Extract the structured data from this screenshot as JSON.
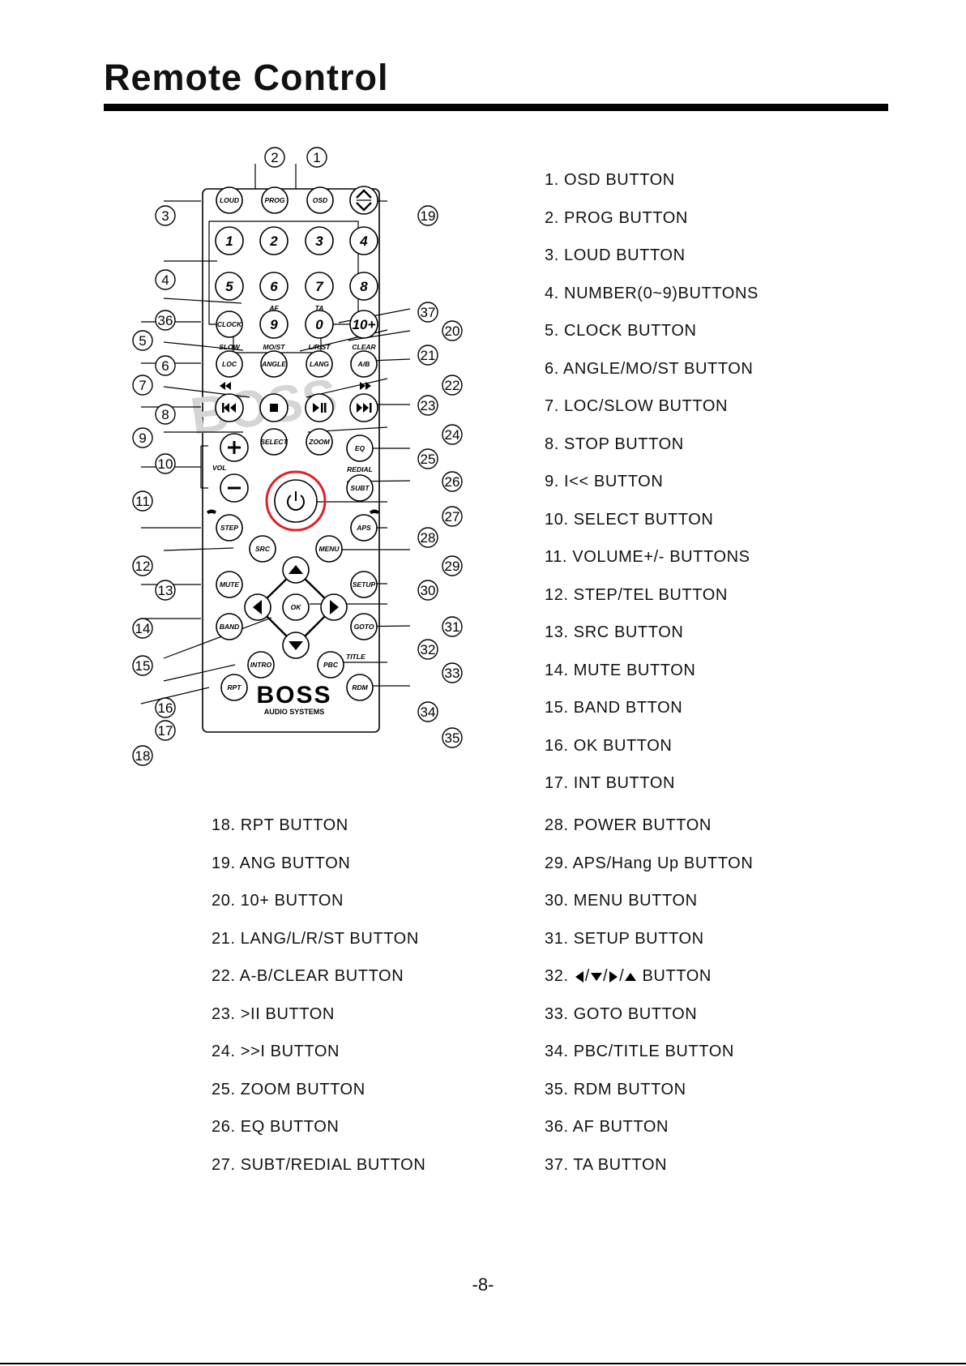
{
  "page": {
    "title": "Remote Control",
    "page_number": "-8-"
  },
  "remote": {
    "buttons": {
      "loud": "LOUD",
      "prog": "PROG",
      "osd": "OSD",
      "n1": "1",
      "n2": "2",
      "n3": "3",
      "n4": "4",
      "n5": "5",
      "n6": "6",
      "n7": "7",
      "n8": "8",
      "n9": "9",
      "n0": "0",
      "n10": "10+",
      "clock": "CLOCK",
      "loc": "LOC",
      "angle": "ANGLE",
      "lang": "LANG",
      "ab": "A/B",
      "select": "SELECT",
      "zoom": "ZOOM",
      "eq": "EQ",
      "subt": "SUBT",
      "step": "STEP",
      "src": "SRC",
      "menu": "MENU",
      "aps": "APS",
      "mute": "MUTE",
      "setup": "SETUP",
      "ok": "OK",
      "band": "BAND",
      "goto": "GOTO",
      "intro": "INTRO",
      "pbc": "PBC",
      "rpt": "RPT",
      "rdm": "RDM"
    },
    "small_labels": {
      "af": "AF",
      "ta": "TA",
      "slow": "SLOW",
      "most": "MO/ST",
      "lrst": "L/R/ST",
      "clear": "CLEAR",
      "vol": "VOL",
      "redial": "REDIAL",
      "title": "TITLE"
    },
    "brand": {
      "logo": "BOSS",
      "sub": "AUDIO SYSTEMS"
    },
    "callouts": [
      "1",
      "2",
      "3",
      "4",
      "5",
      "6",
      "7",
      "8",
      "9",
      "10",
      "11",
      "12",
      "13",
      "14",
      "15",
      "16",
      "17",
      "18",
      "19",
      "20",
      "21",
      "22",
      "23",
      "24",
      "25",
      "26",
      "27",
      "28",
      "29",
      "30",
      "31",
      "32",
      "33",
      "34",
      "35",
      "36",
      "37"
    ]
  },
  "legend_right_top": [
    "1. OSD BUTTON",
    "2. PROG BUTTON",
    "3. LOUD BUTTON",
    "4. NUMBER(0~9)BUTTONS",
    "5. CLOCK BUTTON",
    "6. ANGLE/MO/ST BUTTON",
    "7.  LOC/SLOW BUTTON",
    "8. STOP BUTTON",
    "9. I<< BUTTON",
    "10. SELECT BUTTON",
    "11. VOLUME+/- BUTTONS",
    "12. STEP/TEL BUTTON",
    "13.  SRC BUTTON",
    "14. MUTE BUTTON",
    "15. BAND BTTON",
    "16. OK BUTTON",
    "17. INT BUTTON"
  ],
  "legend_left_bottom": [
    "18. RPT BUTTON",
    "19. ANG BUTTON",
    "20. 10+ BUTTON",
    "21. LANG/L/R/ST BUTTON",
    "22. A-B/CLEAR BUTTON",
    "23. >II BUTTON",
    "24. >>I BUTTON",
    "25. ZOOM BUTTON",
    "26. EQ BUTTON",
    "27. SUBT/REDIAL BUTTON"
  ],
  "legend_right_bottom": [
    "28. POWER BUTTON",
    "29. APS/Hang Up BUTTON",
    "30. MENU BUTTON",
    "31. SETUP BUTTON",
    "33. GOTO BUTTON",
    "34. PBC/TITLE BUTTON",
    "35. RDM BUTTON",
    "36. AF BUTTON",
    "37. TA BUTTON"
  ],
  "legend_32": {
    "prefix": "32.",
    "sep": "/",
    "suffix": "BUTTON"
  }
}
